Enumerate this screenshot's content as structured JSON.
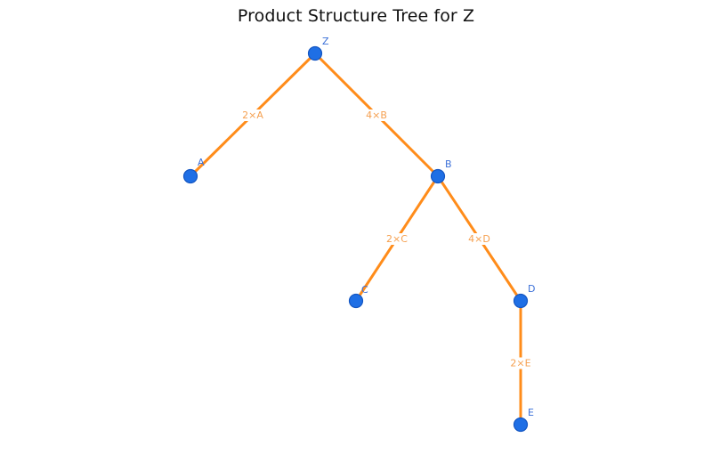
{
  "title": "Product Structure Tree for Z",
  "colors": {
    "edge": "#ff8c1a",
    "edge_label": "#f5a050",
    "node": "#1f6fe5",
    "node_label": "#3a6fd8"
  },
  "nodes": [
    {
      "id": "Z",
      "label": "Z"
    },
    {
      "id": "A",
      "label": "A"
    },
    {
      "id": "B",
      "label": "B"
    },
    {
      "id": "C",
      "label": "C"
    },
    {
      "id": "D",
      "label": "D"
    },
    {
      "id": "E",
      "label": "E"
    }
  ],
  "edges": [
    {
      "from": "Z",
      "to": "A",
      "label": "2×A"
    },
    {
      "from": "Z",
      "to": "B",
      "label": "4×B"
    },
    {
      "from": "B",
      "to": "C",
      "label": "2×C"
    },
    {
      "from": "B",
      "to": "D",
      "label": "4×D"
    },
    {
      "from": "D",
      "to": "E",
      "label": "2×E"
    }
  ]
}
